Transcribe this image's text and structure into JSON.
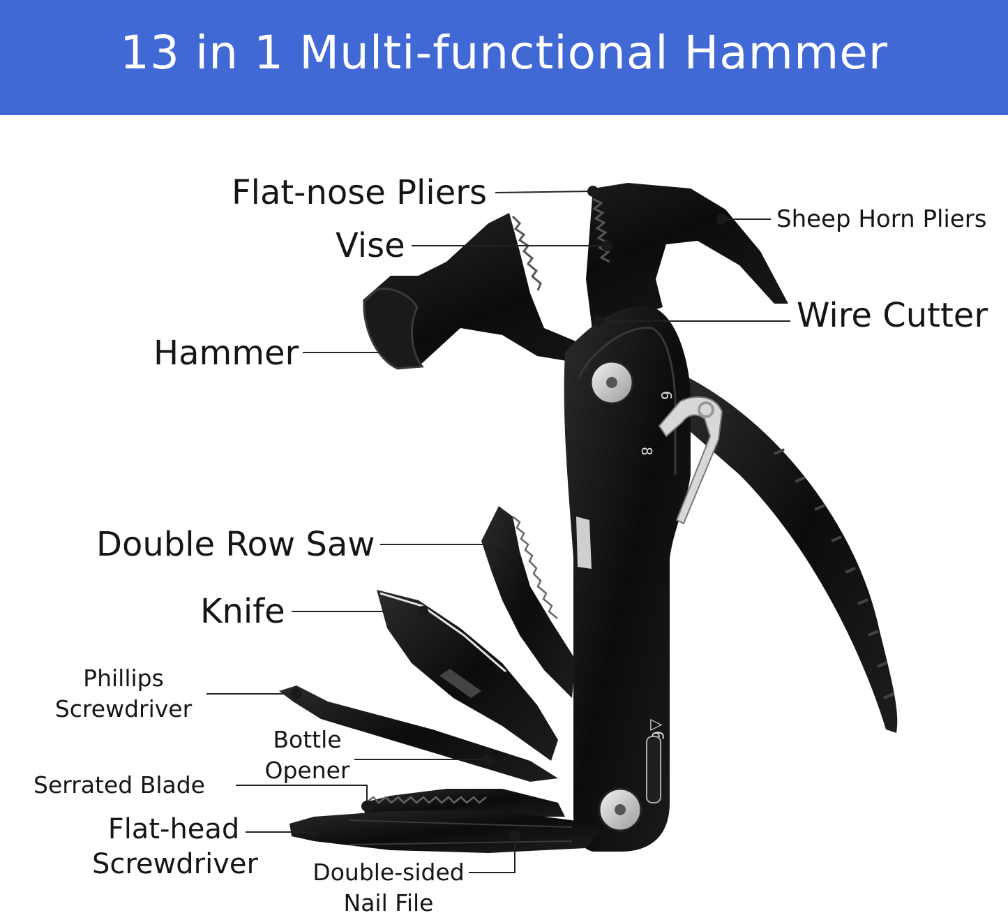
{
  "header": {
    "title": "13 in 1 Multi-functional Hammer",
    "background": "#4169d6",
    "text_color": "#ffffff"
  },
  "labels": {
    "flat_nose_pliers": "Flat-nose Pliers",
    "vise": "Vise",
    "hammer": "Hammer",
    "sheep_horn_pliers": "Sheep Horn Pliers",
    "wire_cutter": "Wire Cutter",
    "double_row_saw": "Double Row Saw",
    "knife": "Knife",
    "phillips_1": "Phillips",
    "phillips_2": "Screwdriver",
    "bottle_1": "Bottle",
    "bottle_2": "Opener",
    "serrated_blade": "Serrated Blade",
    "flathead_1": "Flat-head",
    "flathead_2": "Screwdriver",
    "nailfile_1": "Double-sided",
    "nailfile_2": "Nail File"
  },
  "colors": {
    "tool_body": "#111111",
    "tool_highlight": "#3a3a3a",
    "leader_line": "#222222"
  }
}
